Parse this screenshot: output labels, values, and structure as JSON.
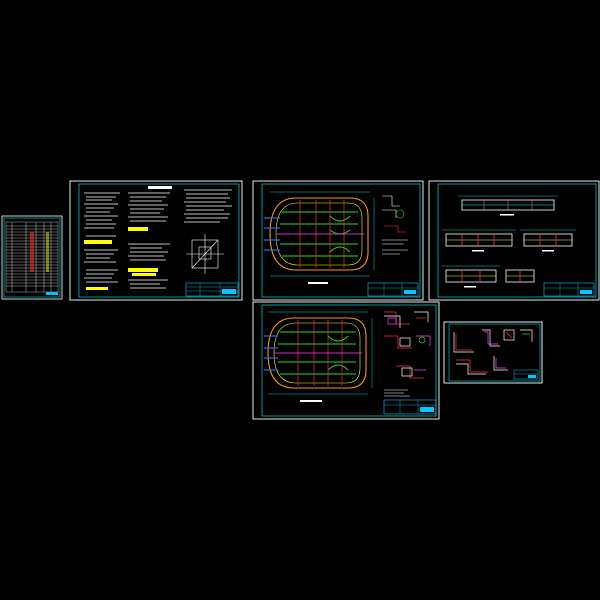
{
  "viewer": {
    "background": "#000000"
  },
  "colors": {
    "frame": "#ffffff",
    "border": "#00ffff",
    "text": "#ffffff",
    "accent": "#ffff00",
    "title_block": "#00c8ff",
    "red": "#ff3030",
    "green": "#22dd22",
    "magenta": "#ff44ff",
    "orange": "#ff9900",
    "blue": "#3366ff"
  },
  "sheets": [
    {
      "id": "drawing-index",
      "kind": "index-table"
    },
    {
      "id": "design-notes",
      "kind": "notes"
    },
    {
      "id": "plan-top",
      "kind": "tank-plan"
    },
    {
      "id": "sections",
      "kind": "sections"
    },
    {
      "id": "plan-bottom",
      "kind": "tank-plan-detailed"
    },
    {
      "id": "details",
      "kind": "details"
    }
  ]
}
